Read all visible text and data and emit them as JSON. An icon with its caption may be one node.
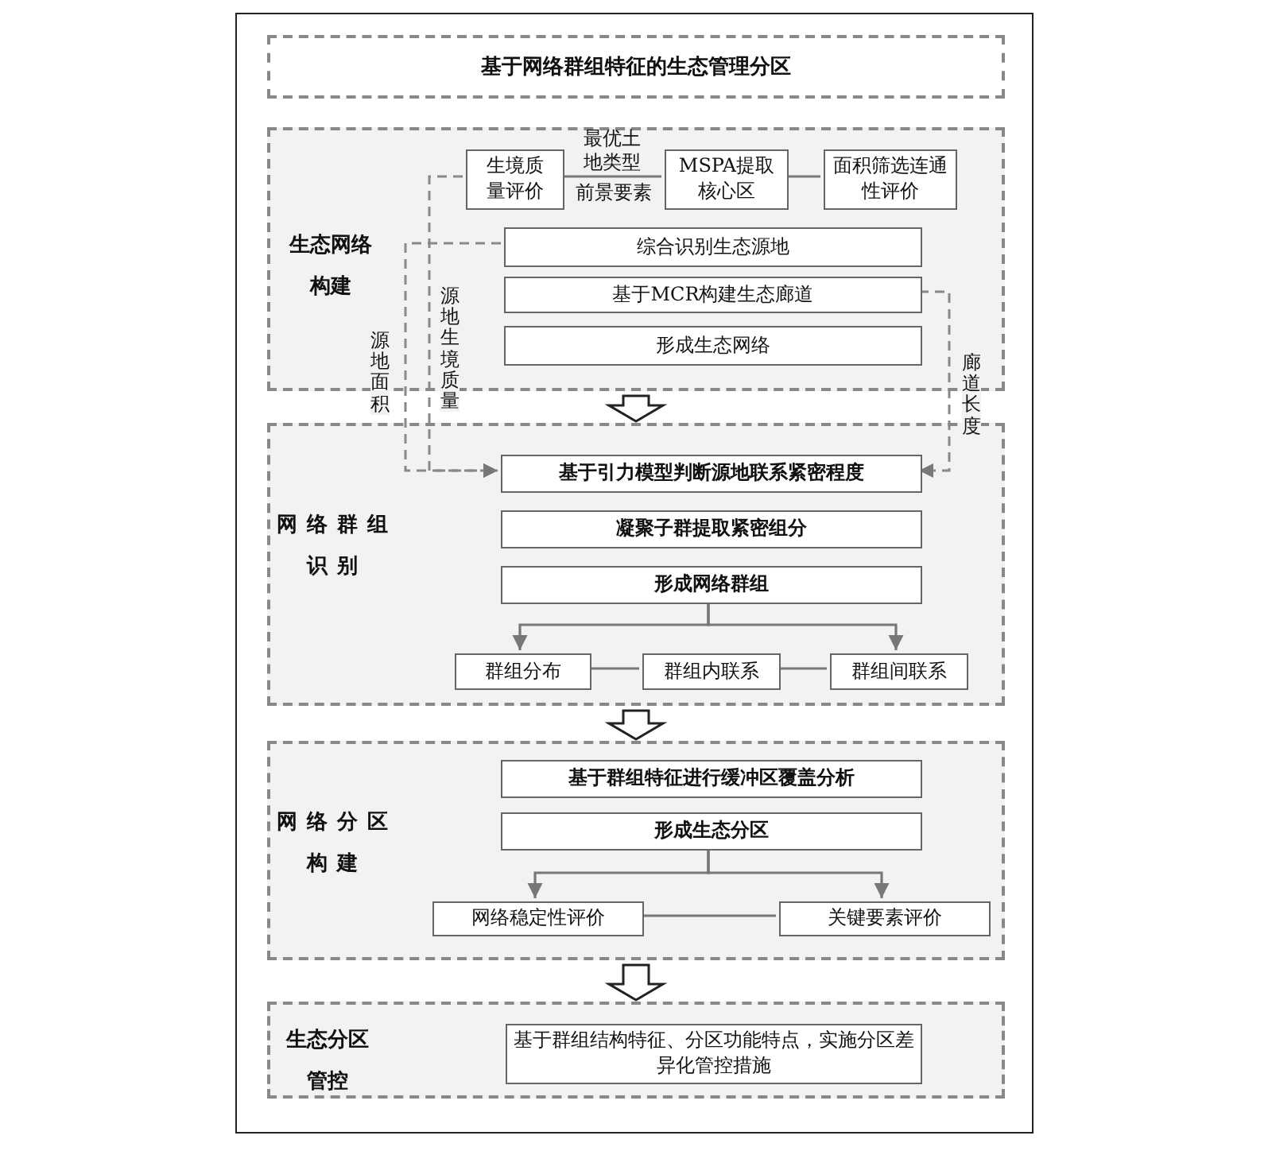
{
  "diagram": {
    "nodes": [
      {
        "text": [
          "基于网络群组特征的生态管理分区"
        ]
      },
      {
        "text": [
          "生态网络构建"
        ]
      },
      {
        "text": [
          "生境质量评价"
        ],
        "in": 1
      },
      {
        "text": [
          "MSPA提取核心区"
        ],
        "in": 1
      },
      {
        "text": [
          "面积筛选连通性评价"
        ],
        "in": 1
      },
      {
        "text": [
          "综合识别生态源地"
        ],
        "in": 1
      },
      {
        "text": [
          "基于MCR构建生态廊道"
        ],
        "in": 1
      },
      {
        "text": [
          "形成生态网络"
        ],
        "in": 1
      },
      {
        "text": [
          "网络群组识别"
        ]
      },
      {
        "text": [
          "基于引力模型判断源地联系紧密程度"
        ],
        "in": 8
      },
      {
        "text": [
          "凝聚子群提取紧密组分"
        ],
        "in": 8
      },
      {
        "text": [
          "形成网络群组"
        ],
        "in": 8
      },
      {
        "text": [
          "群组分布"
        ],
        "in": 8
      },
      {
        "text": [
          "群组内联系"
        ],
        "in": 8
      },
      {
        "text": [
          "群组间联系"
        ],
        "in": 8
      },
      {
        "text": [
          "网络分区构建"
        ]
      },
      {
        "text": [
          "基于群组特征进行缓冲区覆盖分析"
        ],
        "in": 15
      },
      {
        "text": [
          "形成生态分区"
        ],
        "in": 15
      },
      {
        "text": [
          "网络稳定性评价"
        ],
        "in": 15
      },
      {
        "text": [
          "关键要素评价"
        ],
        "in": 15
      },
      {
        "text": [
          "生态分区管控"
        ]
      },
      {
        "text": [
          "基于群组结构特征、分区功能特点，实施分区差异化管控措施"
        ],
        "in": 20
      }
    ],
    "edges": [
      {
        "from": 2,
        "to": 3,
        "arrow": "none",
        "label": "最优土地类型"
      },
      {
        "from": 3,
        "to": 4,
        "arrow": "none"
      },
      {
        "from": 2,
        "to": 9,
        "arrow": "to",
        "style": "dashed",
        "label": "源地生境质量"
      },
      {
        "from": 5,
        "to": 9,
        "arrow": "to",
        "style": "dashed",
        "label": "源地面积"
      },
      {
        "from": 6,
        "to": 9,
        "arrow": "to",
        "style": "dashed",
        "label": "廊道长度"
      },
      {
        "from": 11,
        "to": 12,
        "arrow": "to"
      },
      {
        "from": 11,
        "to": 14,
        "arrow": "to"
      },
      {
        "from": 12,
        "to": 13,
        "arrow": "none"
      },
      {
        "from": 13,
        "to": 14,
        "arrow": "none"
      },
      {
        "from": 17,
        "to": 18,
        "arrow": "to"
      },
      {
        "from": 17,
        "to": 19,
        "arrow": "to"
      },
      {
        "from": 18,
        "to": 19,
        "arrow": "none"
      },
      {
        "from": 1,
        "to": 8,
        "arrow": "to",
        "style": "thick"
      },
      {
        "from": 8,
        "to": 15,
        "arrow": "to",
        "style": "thick"
      },
      {
        "from": 15,
        "to": 20,
        "arrow": "to",
        "style": "thick"
      }
    ],
    "labels": [
      "前景要素"
    ]
  }
}
